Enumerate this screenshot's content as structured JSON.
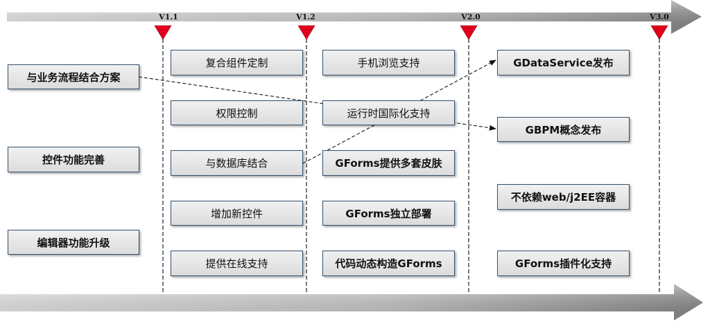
{
  "milestones": [
    "V1.1",
    "V1.2",
    "V2.0",
    "V3.0"
  ],
  "column_left": [
    "与业务流程结合方案",
    "控件功能完善",
    "编辑器功能升级"
  ],
  "column_v11": [
    "复合组件定制",
    "权限控制",
    "与数据库结合",
    "增加新控件",
    "提供在线支持"
  ],
  "column_v12": [
    "手机浏览支持",
    "运行时国际化支持",
    "GForms提供多套皮肤",
    "GForms独立部署",
    "代码动态构造GForms"
  ],
  "column_v20": [
    "GDataService发布",
    "GBPM概念发布",
    "不依赖web/j2EE容器",
    "GForms插件化支持"
  ],
  "colors": {
    "marker": "#e0001b",
    "box_border": "#34506e",
    "arrow_light": "#f2f2f2",
    "arrow_dark": "#8c8c8c"
  }
}
